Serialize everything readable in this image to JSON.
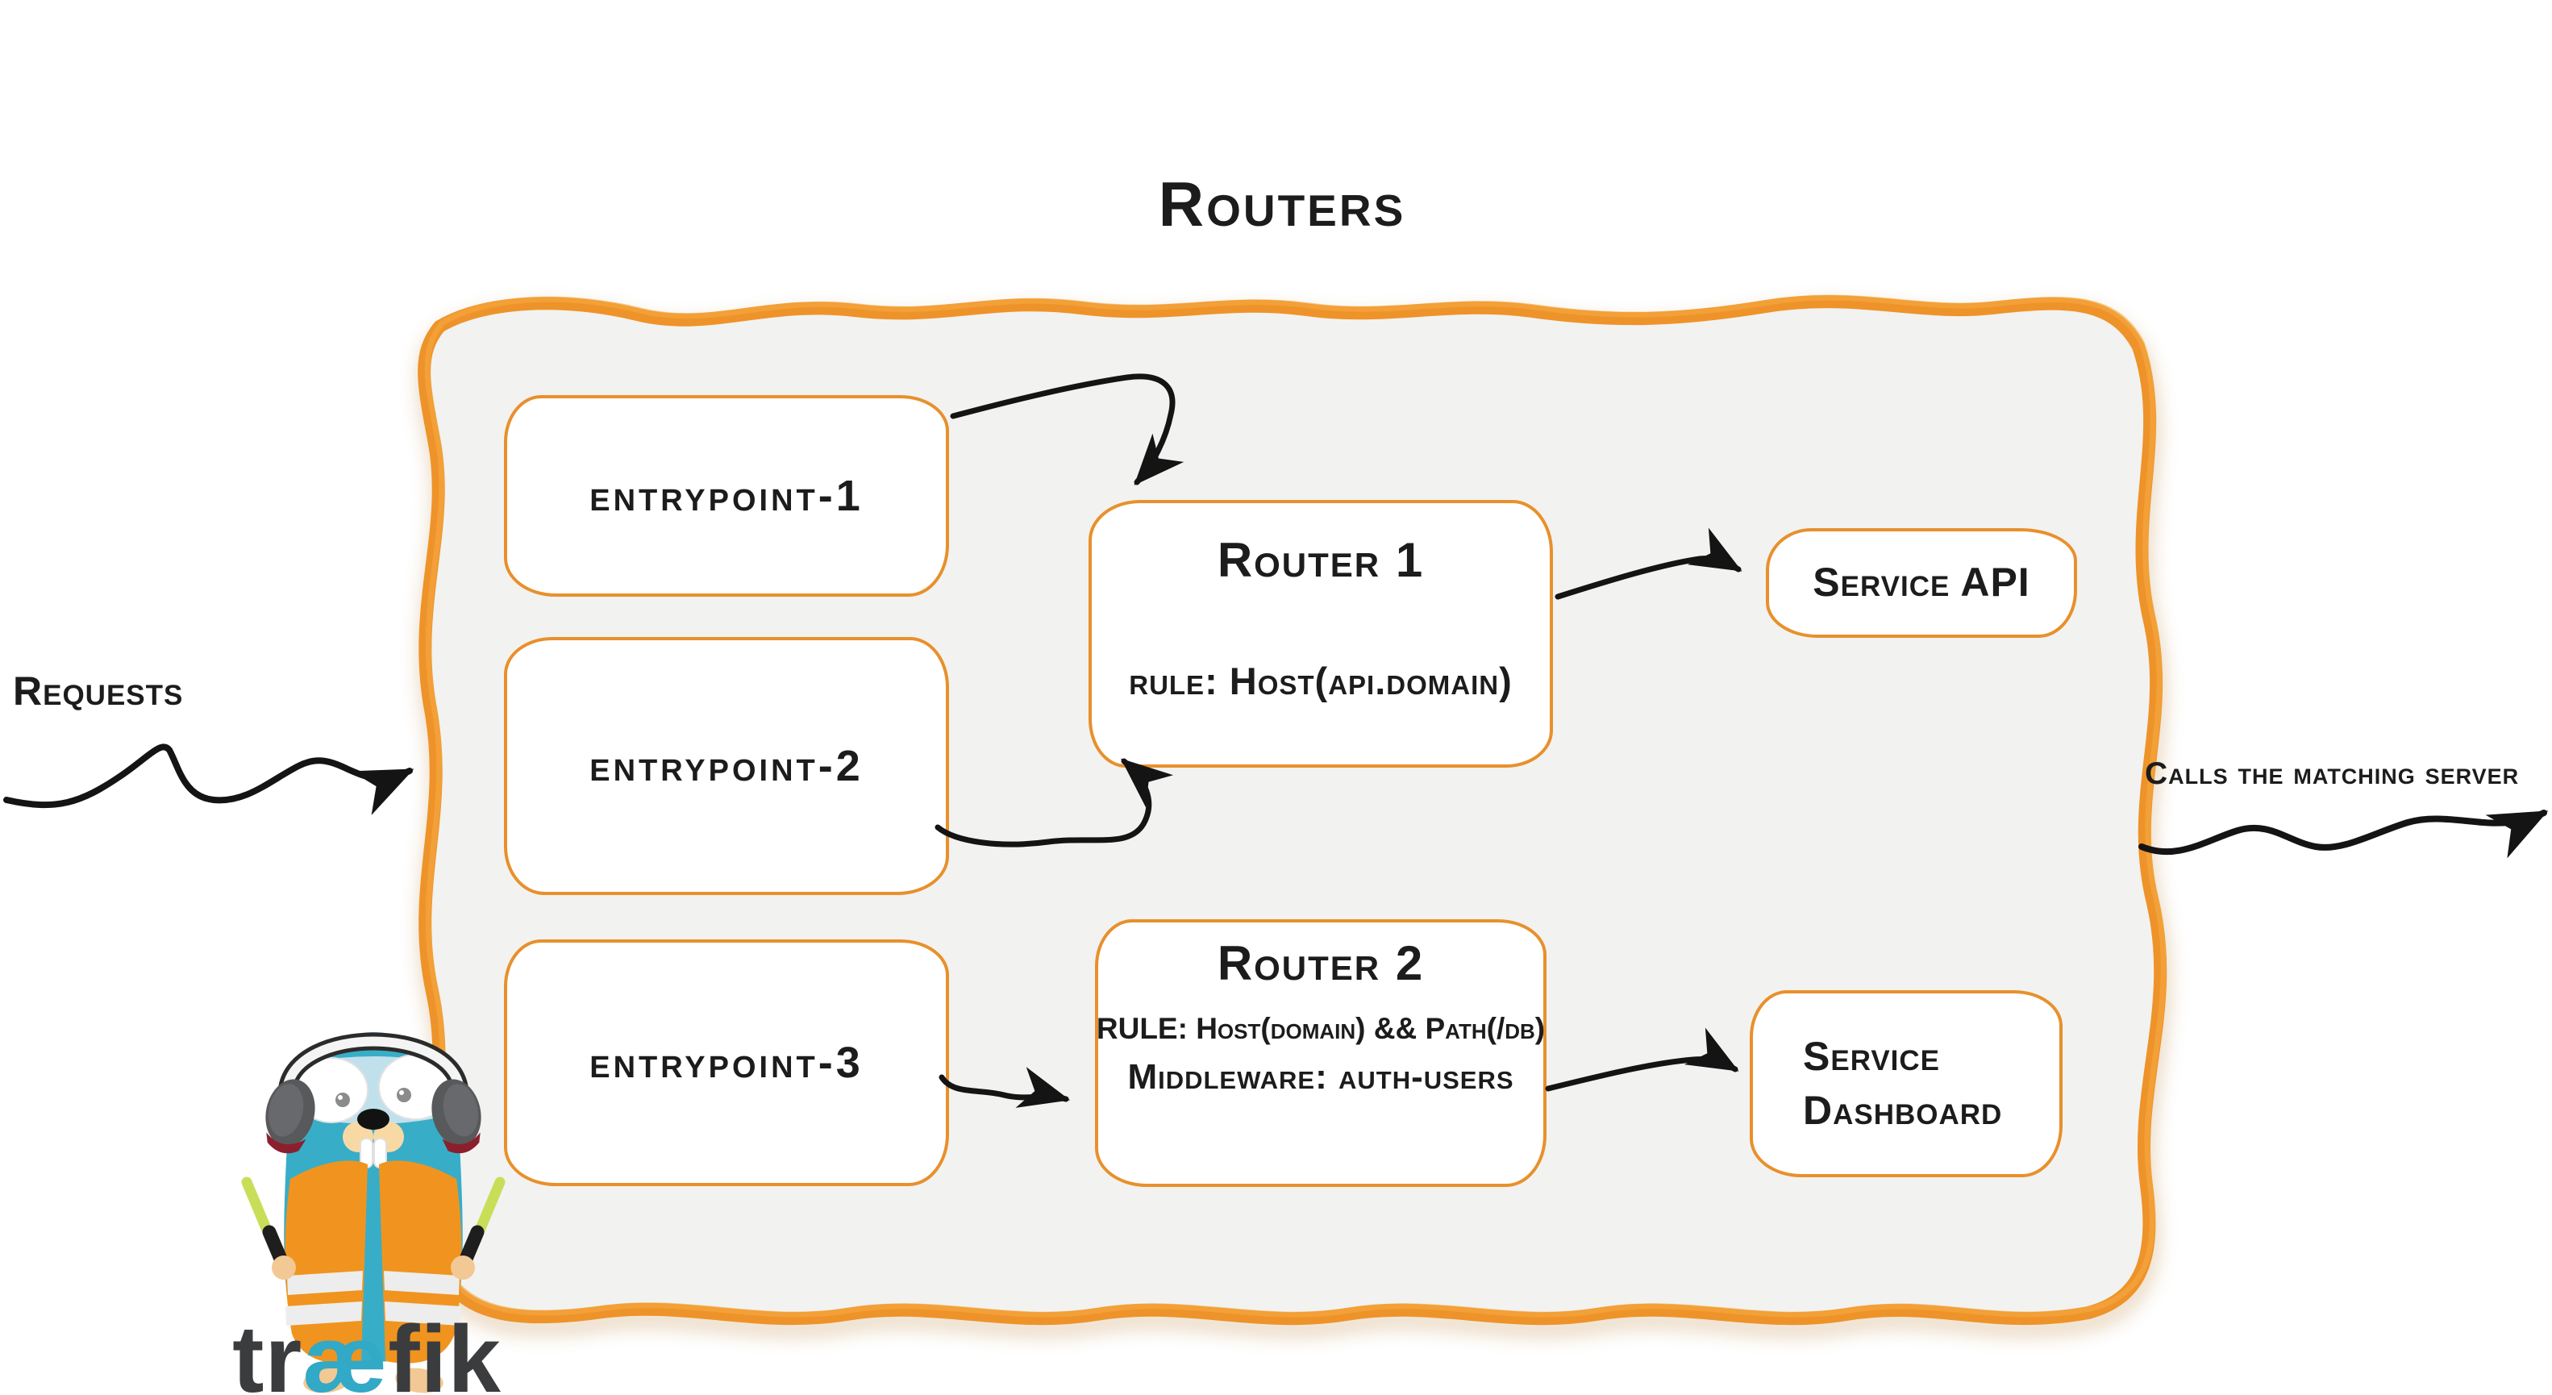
{
  "title": "Routers",
  "annotations": {
    "requests": "Requests",
    "calls_matching": "Calls the matching server"
  },
  "entrypoints": [
    {
      "label": "entrypoint-1"
    },
    {
      "label": "entrypoint-2"
    },
    {
      "label": "entrypoint-3"
    }
  ],
  "routers": [
    {
      "name": "Router 1",
      "rule": "rule: Host(api.domain)"
    },
    {
      "name": "Router 2",
      "rule": "RULE: Host(domain) && Path(/db)",
      "middleware": "Middleware: auth-users"
    }
  ],
  "services": [
    {
      "label": "Service API"
    },
    {
      "label": "Service Dashboard"
    }
  ],
  "logo": {
    "pre": "tr",
    "ligature": "æ",
    "post": "fik"
  },
  "colors": {
    "border_brush_orange": "#ee9329",
    "box_border_orange": "#e8902c",
    "panel_background": "#f2f2f1",
    "arrow_black": "#141414",
    "text": "#1c1c1c",
    "gopher_teal": "#38adc8",
    "vest_orange": "#f0941f",
    "baton_green": "#c9de58",
    "wordmark_gray": "#3b3c3e",
    "wordmark_ae_teal": "#31a9c7"
  }
}
